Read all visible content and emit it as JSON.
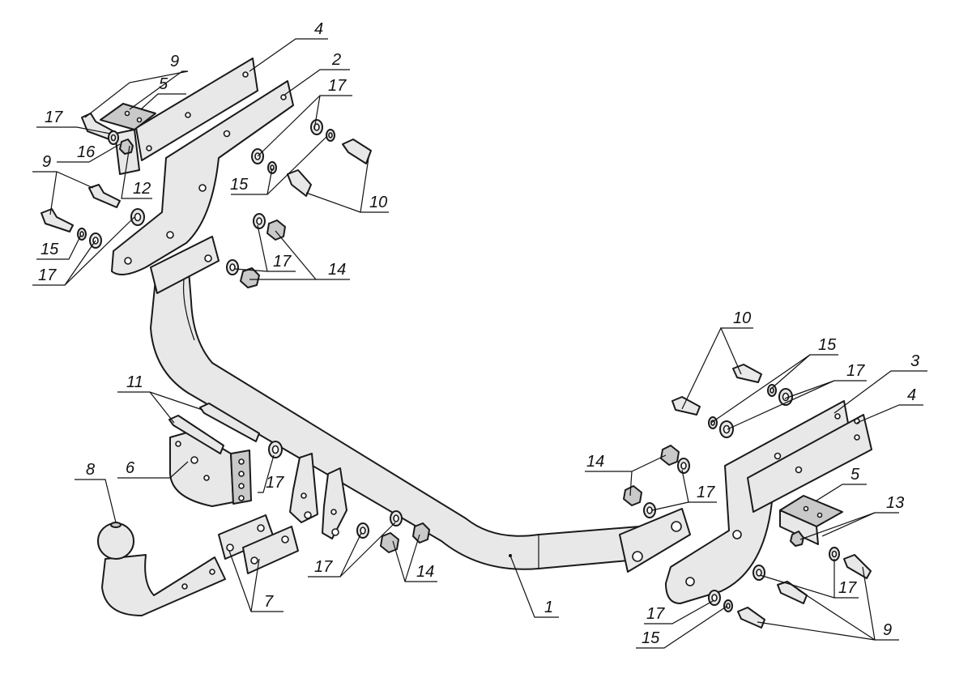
{
  "callouts": {
    "c1": "1",
    "c2": "2",
    "c3": "3",
    "c4a": "4",
    "c4b": "4",
    "c5a": "5",
    "c5b": "5",
    "c6": "6",
    "c7": "7",
    "c8": "8",
    "c9a": "9",
    "c9b": "9",
    "c9c": "9",
    "c10a": "10",
    "c10b": "10",
    "c11": "11",
    "c12": "12",
    "c13": "13",
    "c14a": "14",
    "c14b": "14",
    "c14c": "14",
    "c15a": "15",
    "c15b": "15",
    "c15c": "15",
    "c15d": "15",
    "c16": "16",
    "c17a": "17",
    "c17b": "17",
    "c17c": "17",
    "c17d": "17",
    "c17e": "17",
    "c17f": "17",
    "c17g": "17",
    "c17h": "17",
    "c17i": "17",
    "c17j": "17"
  }
}
